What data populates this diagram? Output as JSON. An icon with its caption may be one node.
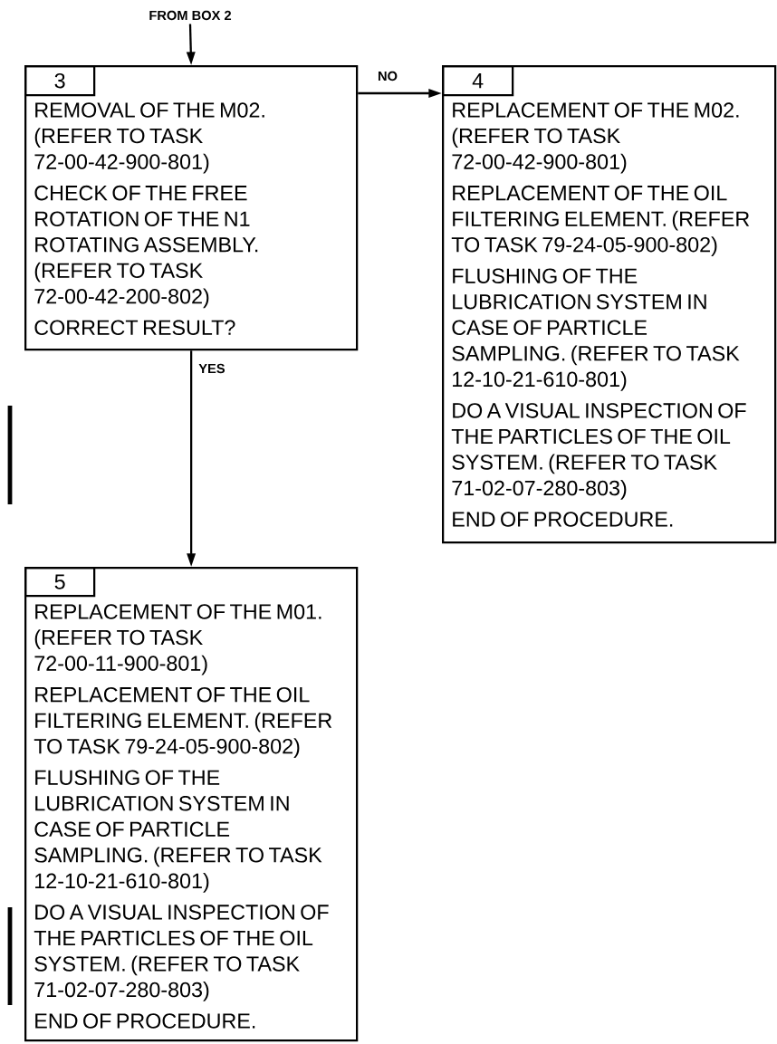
{
  "diagram": {
    "nodes": [
      {
        "text": [
          "FROM BOX 2"
        ]
      },
      {
        "text": [
          "REMOVAL OF THE M02. (REFER TO TASK 72-00-42-900-801)",
          "CHECK OF THE FREE ROTATION OF THE N1 ROTATING ASSEMBLY. (REFER TO TASK 72-00-42-200-802)",
          "CORRECT RESULT?"
        ]
      },
      {
        "text": [
          "3"
        ],
        "in": 1
      },
      {
        "text": [
          "REPLACEMENT OF THE M02. (REFER TO TASK 72-00-42-900-801)",
          "REPLACEMENT OF THE OIL FILTERING ELEMENT. (REFER TO TASK 79-24-05-900-802)",
          "FLUSHING OF THE LUBRICATION SYSTEM IN CASE OF PARTICLE SAMPLING. (REFER TO TASK 12-10-21-610-801)",
          "DO A VISUAL INSPECTION OF THE PARTICLES OF THE OIL SYSTEM. (REFER TO TASK 71-02-07-280-803)",
          "END OF PROCEDURE."
        ]
      },
      {
        "text": [
          "4"
        ],
        "in": 3
      },
      {
        "text": [
          "REPLACEMENT OF THE M01. (REFER TO TASK 72-00-11-900-801)",
          "REPLACEMENT OF THE OIL FILTERING ELEMENT. (REFER TO TASK 79-24-05-900-802)",
          "FLUSHING OF THE LUBRICATION SYSTEM IN CASE OF PARTICLE SAMPLING. (REFER TO TASK 12-10-21-610-801)",
          "DO A VISUAL INSPECTION OF THE PARTICLES OF THE OIL SYSTEM. (REFER TO TASK 71-02-07-280-803)",
          "END OF PROCEDURE."
        ]
      },
      {
        "text": [
          "5"
        ],
        "in": 5
      }
    ],
    "edges": [
      {
        "from": 0,
        "to": 1,
        "arrow": "to"
      },
      {
        "from": 1,
        "to": 3,
        "arrow": "to",
        "label": "NO"
      },
      {
        "from": 1,
        "to": 5,
        "arrow": "to",
        "label": "YES"
      }
    ]
  }
}
